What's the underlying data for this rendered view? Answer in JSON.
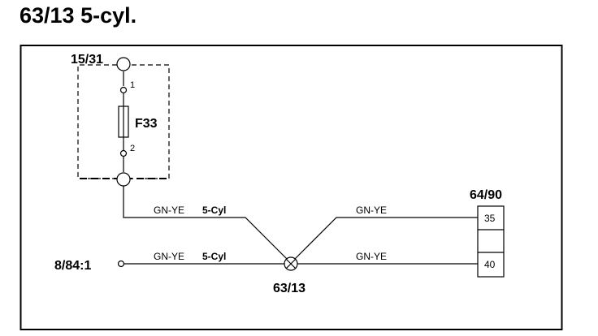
{
  "title": "63/13 5-cyl.",
  "components": {
    "fuse_holder_id": "15/31",
    "fuse_label": "F33",
    "fuse_pin_top": "1",
    "fuse_pin_bottom": "2",
    "connector_id": "64/90",
    "connector_pin_top": "35",
    "connector_pin_bottom": "40",
    "source_id": "8/84:1",
    "splice_id": "63/13"
  },
  "wires": {
    "upper_left_color": "GN-YE",
    "upper_left_variant": "5-Cyl",
    "lower_left_color": "GN-YE",
    "lower_left_variant": "5-Cyl",
    "upper_right_color": "GN-YE",
    "lower_right_color": "GN-YE"
  }
}
